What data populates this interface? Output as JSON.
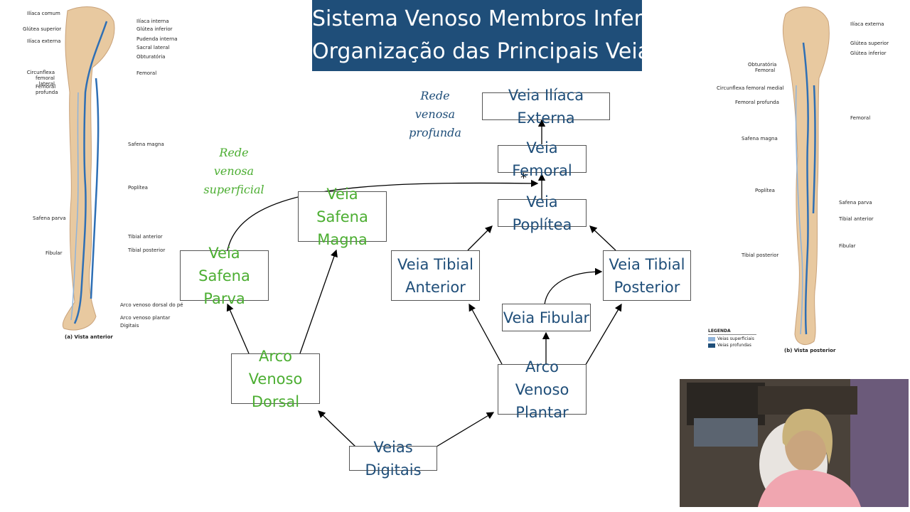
{
  "title": {
    "line1": "Sistema Venoso Membros Inferiores",
    "line2": "Organização das Principais Veias"
  },
  "colors": {
    "title_bg": "#1f4e79",
    "deep": "#1f4e79",
    "superficial": "#4cae32"
  },
  "notes": {
    "deep": [
      "Rede",
      "venosa",
      "profunda"
    ],
    "superficial": [
      "Rede",
      "venosa",
      "superficial"
    ]
  },
  "nodes": {
    "iliaca_externa": "Veia Ilíaca Externa",
    "femoral": "Veia Femoral",
    "poplitea": "Veia Poplítea",
    "tibial_anterior": [
      "Veia Tibial",
      "Anterior"
    ],
    "tibial_posterior": [
      "Veia Tibial",
      "Posterior"
    ],
    "fibular": "Veia Fibular",
    "arco_plantar": [
      "Arco Venoso",
      "Plantar"
    ],
    "digitais": "Veias Digitais",
    "arco_dorsal": [
      "Arco Venoso",
      "Dorsal"
    ],
    "safena_parva": [
      "Veia Safena",
      "Parva"
    ],
    "safena_magna": [
      "Veia Safena",
      "Magna"
    ]
  },
  "star_mark": "*",
  "left_figure": {
    "labels_left": [
      "Ilíaca comum",
      "Glútea superior",
      "Ilíaca externa",
      "Circunflexa femoral lateral",
      "Femoral profunda",
      "Safena parva",
      "Fibular"
    ],
    "labels_right": [
      "Ilíaca interna",
      "Glútea inferior",
      "Pudenda interna",
      "Sacral lateral",
      "Obturatória",
      "Femoral",
      "Safena magna",
      "Poplítea",
      "Tibial anterior",
      "Tibial posterior",
      "Arco venoso dorsal do pé",
      "Arco venoso plantar",
      "Digitais"
    ],
    "caption": "(a) Vista anterior"
  },
  "right_figure": {
    "labels_left": [
      "Obturatória",
      "Femoral",
      "Circunflexa femoral medial",
      "Femoral profunda",
      "Safena magna",
      "Poplítea",
      "Tibial posterior"
    ],
    "labels_right": [
      "Ilíaca externa",
      "Glútea superior",
      "Glútea inferior",
      "Femoral",
      "Safena parva",
      "Tibial anterior",
      "Fibular"
    ],
    "caption": "(b) Vista posterior"
  },
  "legend": {
    "title": "LEGENDA",
    "items": [
      {
        "label": "Veias superficiais",
        "color": "#8fb3d9"
      },
      {
        "label": "Veias profundas",
        "color": "#1f4e79"
      }
    ]
  }
}
